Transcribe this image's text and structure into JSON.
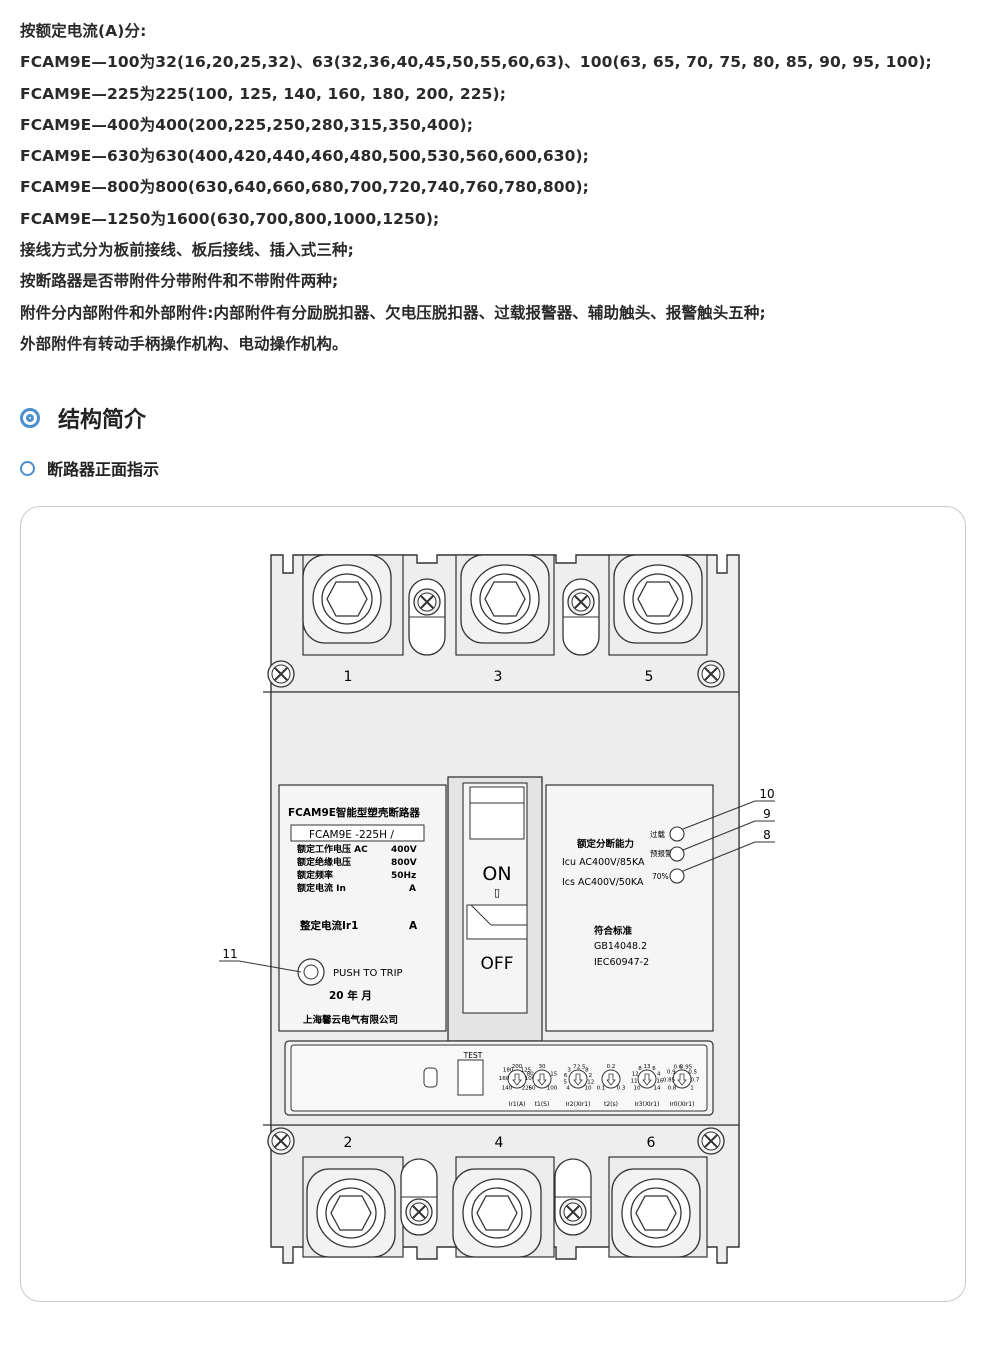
{
  "intro_lines": [
    "按额定电流(A)分:",
    "FCAM9E—100为32(16,20,25,32)、63(32,36,40,45,50,55,60,63)、100(63, 65, 70, 75, 80, 85, 90, 95, 100);",
    "FCAM9E—225为225(100, 125, 140, 160, 180, 200, 225);",
    "FCAM9E—400为400(200,225,250,280,315,350,400);",
    "FCAM9E—630为630(400,420,440,460,480,500,530,560,600,630);",
    "FCAM9E—800为800(630,640,660,680,700,720,740,760,780,800);",
    "FCAM9E—1250为1600(630,700,800,1000,1250);",
    "接线方式分为板前接线、板后接线、插入式三种;",
    "按断路器是否带附件分带附件和不带附件两种;",
    "附件分内部附件和外部附件:内部附件有分励脱扣器、欠电压脱扣器、过载报警器、辅助触头、报警触头五种;",
    "外部附件有转动手柄操作机构、电动操作机构。"
  ],
  "section_title": "结构简介",
  "subsection_title": "断路器正面指示",
  "diagram": {
    "terminals_top": [
      "1",
      "3",
      "5"
    ],
    "terminals_bottom": [
      "2",
      "4",
      "6"
    ],
    "left_plate": {
      "title": "FCAM9E智能型塑壳断路器",
      "model": "FCAM9E -225H  /",
      "specs": [
        {
          "label": "额定工作电压 AC",
          "value": "400V"
        },
        {
          "label": "额定绝缘电压",
          "value": "800V"
        },
        {
          "label": "额定频率",
          "value": "50Hz"
        },
        {
          "label": "额定电流 In",
          "value": "A"
        }
      ],
      "setting_label": "整定电流Ir1",
      "setting_unit": "A",
      "push_to_trip": "PUSH TO TRIP",
      "date": "20   年   月",
      "maker": "上海馨云电气有限公司"
    },
    "handle": {
      "on": "ON",
      "on_mark": "▯",
      "off": "OFF"
    },
    "right_plate": {
      "capacity_title": "额定分断能力",
      "icu": "Icu AC400V/85KA",
      "ics": "Ics AC400V/50KA",
      "indicator_overload": "过载",
      "indicator_alarm": "预报警",
      "indicator_70": "70%",
      "standard_title": "符合标准",
      "std1": "GB14048.2",
      "std2": "IEC60947-2"
    },
    "callouts": [
      "10",
      "9",
      "8",
      "11"
    ],
    "test_label": "TEST",
    "dials": [
      {
        "label": "Ir1(A)",
        "ticks": [
          "140",
          "160",
          "180",
          "200",
          "125",
          "100",
          "225"
        ]
      },
      {
        "label": "t1(S)",
        "ticks": [
          "60",
          "80",
          "30",
          "15",
          "100"
        ]
      },
      {
        "label": "Ir2(XIr1)",
        "ticks": [
          "4",
          "5",
          "6",
          "3",
          "7",
          "2.5",
          "8",
          "2",
          "12",
          "10"
        ]
      },
      {
        "label": "t2(s)",
        "ticks": [
          "0.1",
          "0.2",
          "0.3"
        ]
      },
      {
        "label": "Ir3(XIr1)",
        "ticks": [
          "10",
          "11",
          "12",
          "8",
          "13",
          "6",
          "4",
          "16",
          "14"
        ]
      },
      {
        "label": "Ir0(XIr1)",
        "ticks": [
          "0.8",
          "0.85",
          "0.9",
          "0.6",
          "0.95",
          "0.5",
          "0.7",
          "1"
        ]
      }
    ]
  }
}
